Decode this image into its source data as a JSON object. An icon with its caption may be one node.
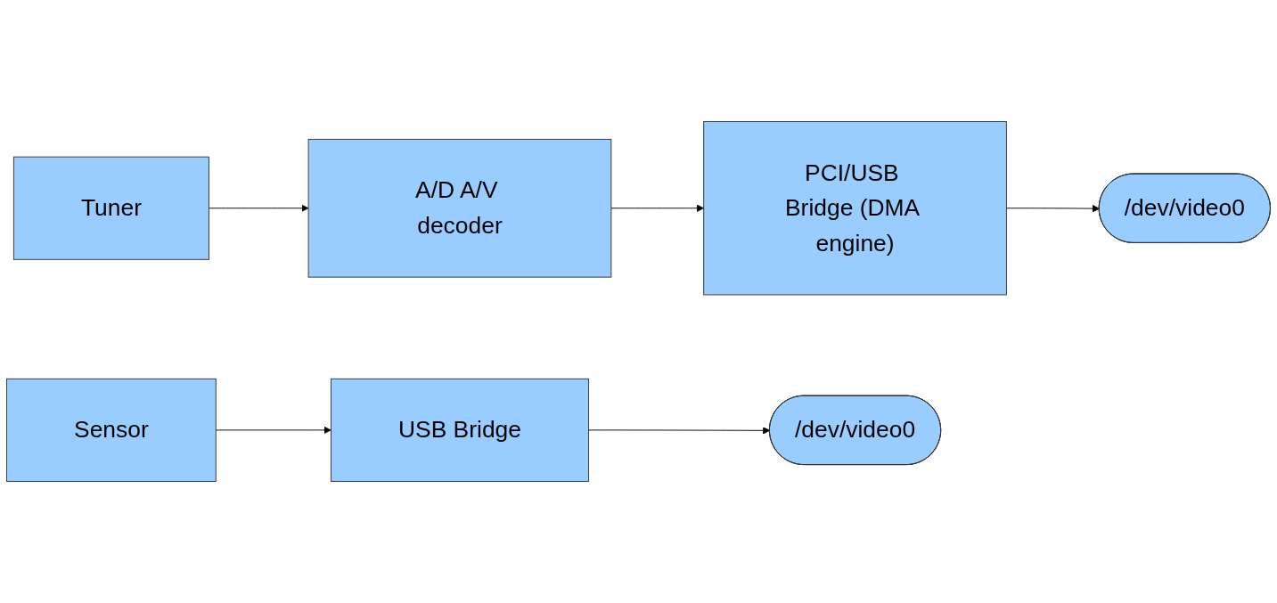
{
  "diagram": {
    "nodes": [
      {
        "text": [
          "Tuner"
        ]
      },
      {
        "text": [
          "A/D A/V decoder"
        ]
      },
      {
        "text": [
          "PCI/USB Bridge (DMA engine)"
        ]
      },
      {
        "text": [
          "/dev/video0"
        ]
      },
      {
        "text": [
          "Sensor"
        ]
      },
      {
        "text": [
          "USB Bridge"
        ]
      },
      {
        "text": [
          "/dev/video0"
        ]
      }
    ],
    "edges": [
      {
        "from": 0,
        "to": 1,
        "arrow": "to"
      },
      {
        "from": 1,
        "to": 2,
        "arrow": "to"
      },
      {
        "from": 2,
        "to": 3,
        "arrow": "to"
      },
      {
        "from": 4,
        "to": 5,
        "arrow": "to"
      },
      {
        "from": 5,
        "to": 6,
        "arrow": "to"
      }
    ]
  }
}
